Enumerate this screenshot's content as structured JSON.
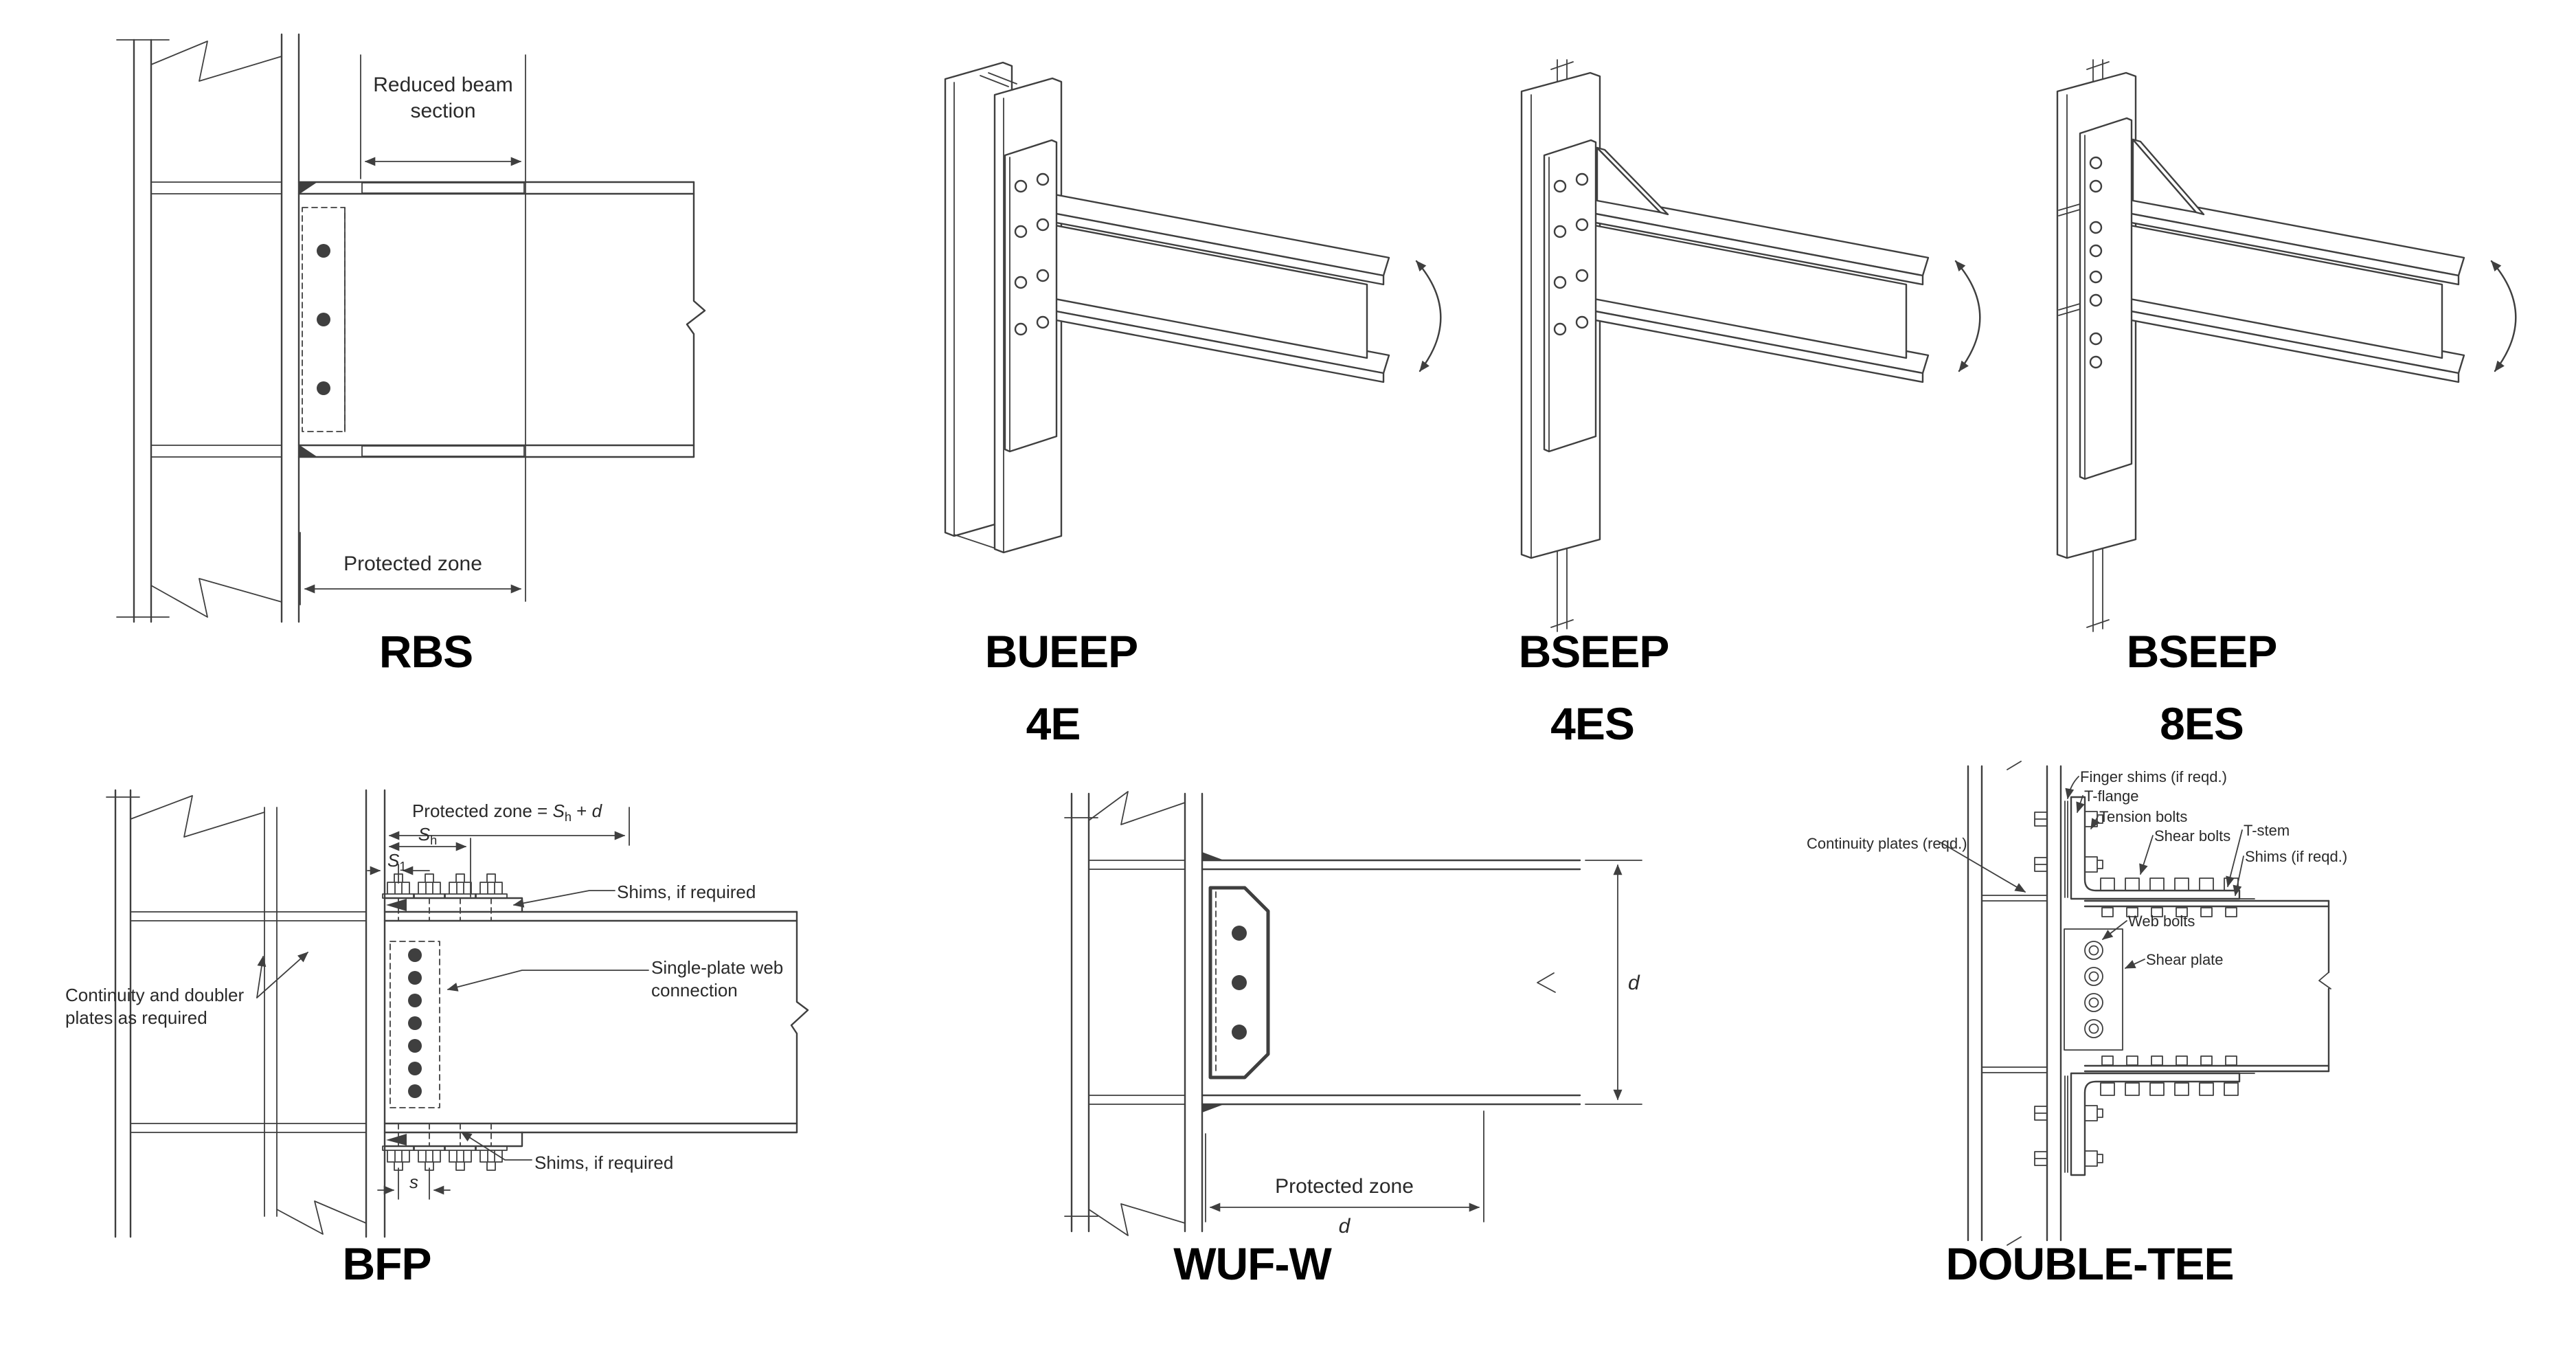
{
  "panels": {
    "rbs": {
      "title": "RBS",
      "reduced_line1": "Reduced beam",
      "reduced_line2": "section",
      "protected_zone": "Protected zone"
    },
    "bueep_4e": {
      "title": "BUEEP",
      "subtitle": "4E"
    },
    "bseep_4es": {
      "title": "BSEEP",
      "subtitle": "4ES"
    },
    "bseep_8es": {
      "title": "BSEEP",
      "subtitle": "8ES"
    },
    "bfp": {
      "title": "BFP",
      "protected_zone_prefix": "Protected zone = ",
      "S": "S",
      "h": "h",
      "plus": " + ",
      "d": "d",
      "s1_S": "S",
      "s1_sub": "1",
      "shims_top": "Shims, if required",
      "shims_bottom": "Shims, if required",
      "single_plate_line1": "Single-plate web",
      "single_plate_line2": "connection",
      "continuity_line1": "Continuity and doubler",
      "continuity_line2": "plates as required",
      "s": "s"
    },
    "wuf_w": {
      "title": "WUF-W",
      "protected_zone": "Protected zone",
      "d_bottom": "d",
      "d_right": "d"
    },
    "double_tee": {
      "title": "DOUBLE-TEE",
      "finger_shims": "Finger shims (if reqd.)",
      "t_flange": "T-flange",
      "tension_bolts": "Tension bolts",
      "shear_bolts": "Shear bolts",
      "t_stem": "T-stem",
      "shims": "Shims (if reqd.)",
      "continuity_plates": "Continuity plates (reqd.)",
      "web_bolts": "Web bolts",
      "shear_plate": "Shear plate"
    }
  },
  "colors": {
    "line": "#3f3f3f",
    "text": "#2a2a2a",
    "title": "#000000"
  }
}
